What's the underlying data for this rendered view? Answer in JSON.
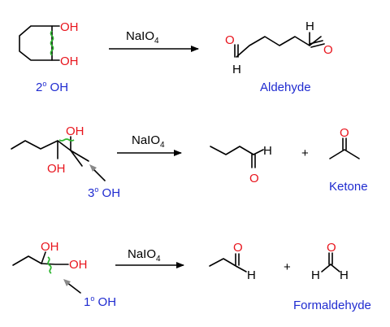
{
  "reagent": {
    "name": "NaIO",
    "subscript": "4"
  },
  "atoms": {
    "hydroxyl": "OH",
    "oxygen": "O",
    "hydrogen": "H",
    "plus": "+"
  },
  "reactions": [
    {
      "id": "secondary",
      "diol_label": {
        "prefix": "2",
        "degree": "o",
        "suffix": " OH"
      },
      "product_label": "Aldehyde"
    },
    {
      "id": "tertiary",
      "diol_label": {
        "prefix": "3",
        "degree": "o",
        "suffix": " OH"
      },
      "product_label": "Ketone"
    },
    {
      "id": "primary",
      "diol_label": {
        "prefix": "1",
        "degree": "o",
        "suffix": " OH"
      },
      "product_label": "Formaldehyde"
    }
  ],
  "colors": {
    "oxygen": "#e8141c",
    "label": "#1f2bd0",
    "cleavage_mark": "#2fb531",
    "bond": "#000000"
  }
}
